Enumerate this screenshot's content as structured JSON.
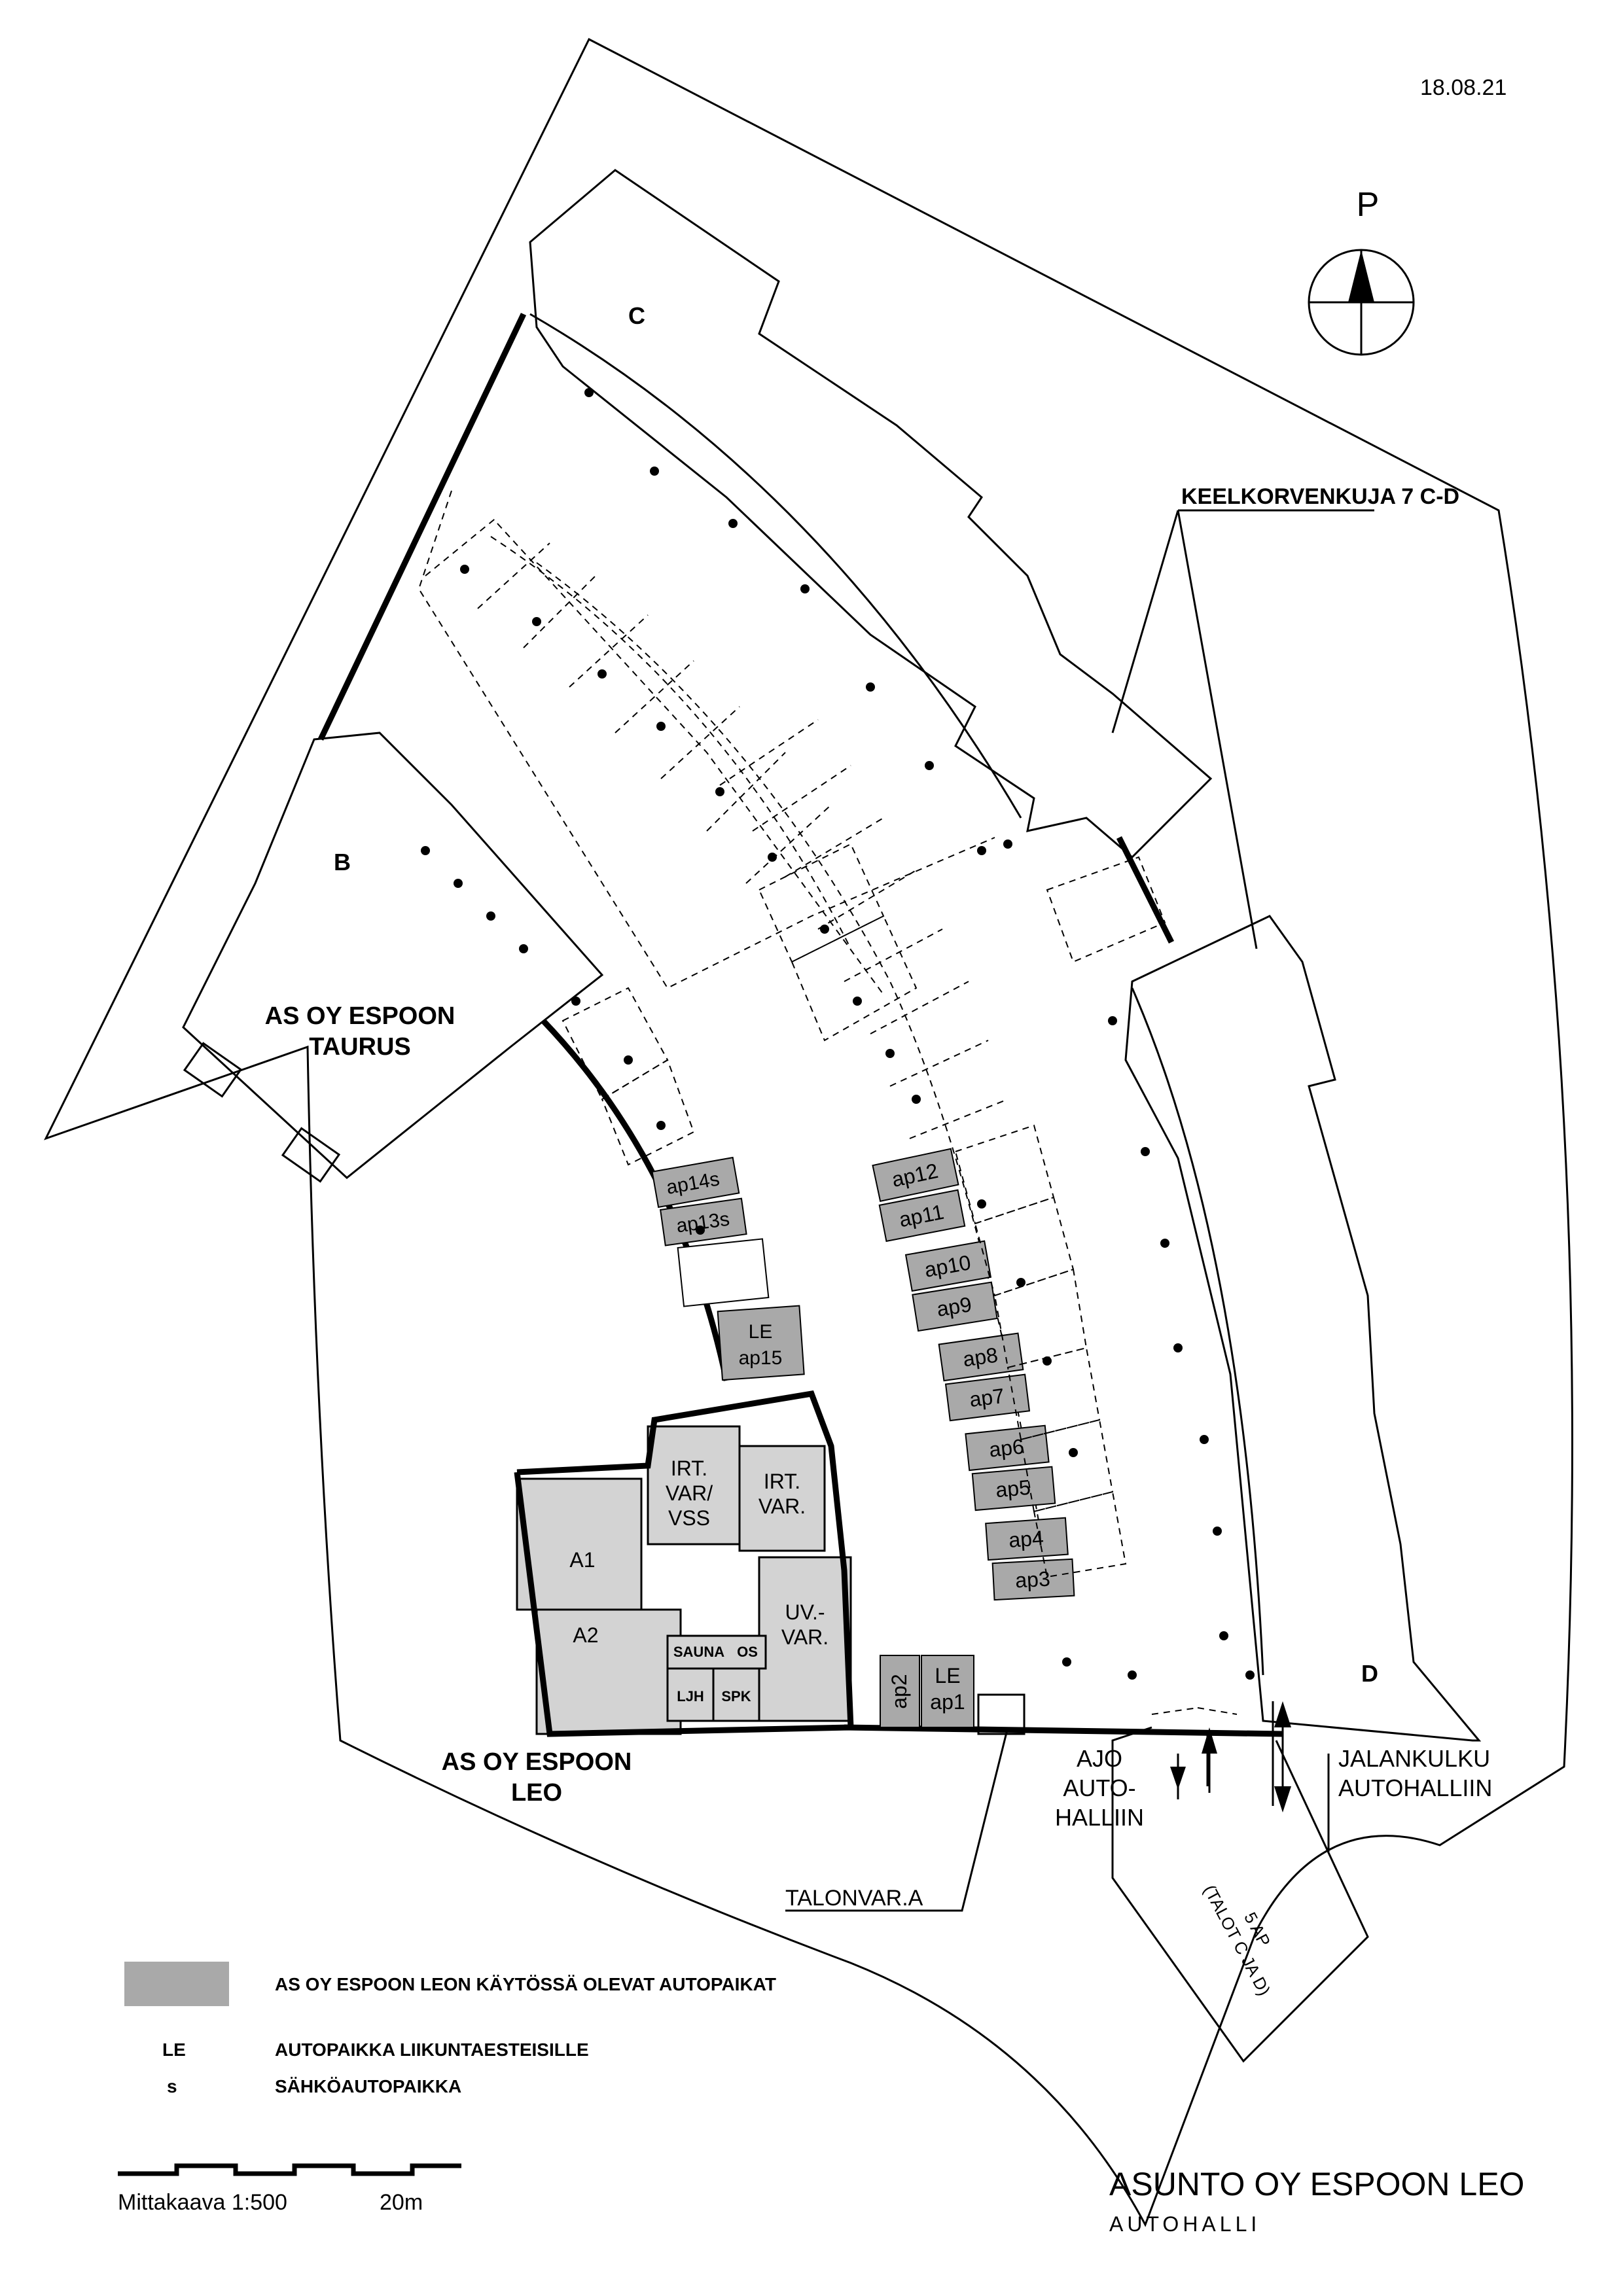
{
  "header": {
    "date": "18.08.21"
  },
  "compass": {
    "north_label": "P"
  },
  "buildings": {
    "b_label": "B",
    "c_label": "C",
    "d_label": "D",
    "street": "KEELKORVENKUJA 7 C-D",
    "taurus_line1": "AS OY ESPOON",
    "taurus_line2": "TAURUS",
    "leo_line1": "AS OY ESPOON",
    "leo_line2": "LEO"
  },
  "rooms": {
    "a1": "A1",
    "a2": "A2",
    "irt_var_vss": [
      "IRT.",
      "VAR/",
      "VSS"
    ],
    "irt_var": [
      "IRT.",
      "VAR."
    ],
    "uv_var": [
      "UV.-",
      "VAR."
    ],
    "sauna": "SAUNA",
    "os": "OS",
    "ljh": "LJH",
    "spk": "SPK"
  },
  "parking": {
    "fill_color": "#a9a9a9",
    "inner_arc": [
      [
        "ap14s"
      ],
      [
        "ap13s"
      ],
      [],
      [
        "LE",
        "ap15"
      ]
    ],
    "middle_arc": [
      "ap12",
      "ap11",
      "ap10",
      "ap9",
      "ap8",
      "ap7",
      "ap6",
      "ap5",
      "ap4",
      "ap3"
    ],
    "bottom_ap2": "ap2",
    "bottom_ap1": [
      "LE",
      "ap1"
    ]
  },
  "entrances": {
    "ajo": [
      "AJO",
      "AUTO-",
      "HALLIIN"
    ],
    "jalankulku": [
      "JALANKULKU",
      "AUTOHALLIIN"
    ],
    "talonvara": "TALONVAR.A",
    "ramp_note": [
      "5 AP",
      "(TALOT C JA D)"
    ]
  },
  "legend": {
    "swatch_color": "#a9a9a9",
    "swatch_text": "AS OY ESPOON LEON KÄYTÖSSÄ OLEVAT AUTOPAIKAT",
    "le_key": "LE",
    "le_text": "AUTOPAIKKA LIIKUNTAESTEISILLE",
    "s_key": "s",
    "s_text": "SÄHKÖAUTOPAIKKA"
  },
  "scale": {
    "label": "Mittakaava 1:500",
    "length": "20m"
  },
  "title_block": {
    "title": "ASUNTO OY ESPOON LEO",
    "subtitle": "AUTOHALLI"
  }
}
